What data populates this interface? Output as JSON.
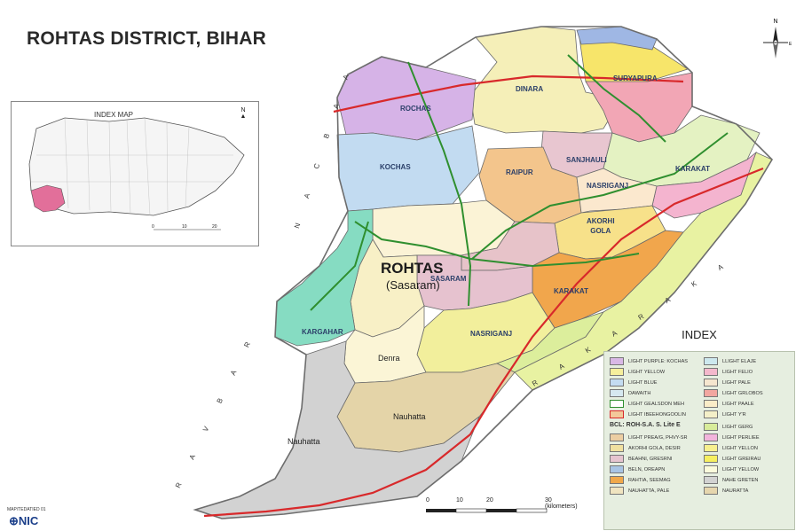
{
  "title": "ROHTAS DISTRICT, BIHAR",
  "index_map": {
    "title": "INDEX MAP",
    "north": "N",
    "scale": [
      "0",
      "10",
      "20"
    ]
  },
  "north_arrow": {
    "n": "N",
    "e": "E"
  },
  "blocks": {
    "rochas": "ROCHAS",
    "dinara": "DINARA",
    "suryapura": "SURYAPURA",
    "kochas": "KOCHAS",
    "sanjhauli": "SANJHAULI",
    "raipur": "RAIPUR",
    "karakat_top": "KARAKAT",
    "nasriganj_top": "NASRIGANJ",
    "akorhi": "AKORHI\nGOLA",
    "sasaram": "SASARAM",
    "karakat_mid": "KARAKAT",
    "nasriganj": "NASRIGANJ",
    "kargahar": "KARGAHAR",
    "denra": "Denra",
    "nauhatta": "Nauhatta",
    "nauhatta2": "Nauhatta"
  },
  "headquarter": {
    "name": "ROHTAS",
    "sub": "(Sasaram)"
  },
  "rivers": {
    "west": "N A C B A A",
    "east": "R A K A R A K A",
    "south": "R A V B A R"
  },
  "legend": {
    "title": "INDEX",
    "left": [
      {
        "label": "LIGHT PURPLE: KOCHAS",
        "color": "#d9b8e6"
      },
      {
        "label": "LIGHT YELLOW",
        "color": "#f6ef9c"
      },
      {
        "label": "LIGHT BLUE",
        "color": "#c4dcf1"
      },
      {
        "label": "DAWAITH",
        "color": "#d6e8f0"
      },
      {
        "label": "LIGHT GEALSDON MEH",
        "color": "#ffffff"
      },
      {
        "label": "LIGHT IBEEHONGOOLIN",
        "color": "#f3c89a"
      }
    ],
    "section_head": "BCL: ROH-S.A. S. Lite E",
    "left2": [
      {
        "label": "LIGHT PREA/G, PHVY-SR",
        "color": "#eccea3"
      },
      {
        "label": "AKORHI GOLA, DESIR",
        "color": "#f0e0a0"
      },
      {
        "label": "BEAHNI, GRESRNI",
        "color": "#e6c4cf"
      },
      {
        "label": "BELN, OREAPN",
        "color": "#a8c4e4"
      },
      {
        "label": "RAHTIA, SEEMAG",
        "color": "#f0a84a"
      },
      {
        "label": "NAUHATTA, PALE",
        "color": "#f0e4c0"
      }
    ],
    "right": [
      {
        "label": "LLIGHT ELAJE",
        "color": "#cde8ee"
      },
      {
        "label": "LIGHT FELIO",
        "color": "#f4b8cc"
      },
      {
        "label": "LIGHT PALE",
        "color": "#f6e6cf"
      },
      {
        "label": "LIGHT GRLOBOS",
        "color": "#f2a6a0"
      },
      {
        "label": "LIGHT PAALE",
        "color": "#faecc8"
      },
      {
        "label": "LIGHT Y'R",
        "color": "#f4efc8"
      },
      {
        "label": "LIGHT GERG",
        "color": "#d8ec9a"
      },
      {
        "label": "LIGHT PERLIEE",
        "color": "#f2b4dc"
      },
      {
        "label": "LIGHT YELLON",
        "color": "#f7f08e"
      },
      {
        "label": "LIGHT GREIRAU",
        "color": "#f6ef60"
      },
      {
        "label": "LIGHT YELLOW",
        "color": "#fbfbdc"
      },
      {
        "label": "NAHE GRETEN",
        "color": "#d2d2d2"
      },
      {
        "label": "NAURATTA",
        "color": "#e6d6ae"
      }
    ]
  },
  "scale": {
    "ticks": [
      "0",
      "10",
      "20",
      "30 (kilometers)"
    ]
  },
  "footnote": "MAP/TEDATIED 01",
  "logo": "NIC",
  "colors": {
    "road": "#d8292b",
    "rail": "#2f8f2f",
    "boundary": "#555555"
  }
}
